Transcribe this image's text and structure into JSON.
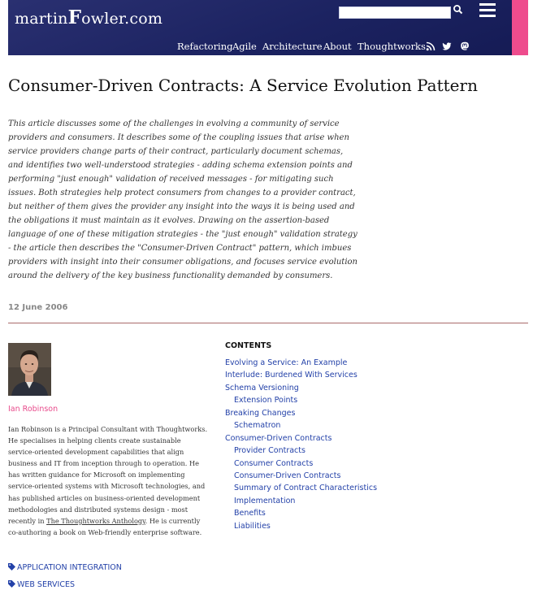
{
  "site": {
    "logo_pre": "martin",
    "logo_bold": "F",
    "logo_post": "owler.com",
    "search_placeholder": "",
    "accent_color": "#ee4c8d",
    "header_color": "#1c2361"
  },
  "nav": {
    "items": [
      "Refactoring",
      "Agile",
      "Architecture",
      "About",
      "Thoughtworks"
    ],
    "icons": [
      "rss-icon",
      "twitter-icon",
      "mastodon-icon"
    ]
  },
  "article": {
    "title": "Consumer-Driven Contracts: A Service Evolution Pattern",
    "abstract": "This article discusses some of the challenges in evolving a community of service providers and consumers. It describes some of the coupling issues that arise when service providers change parts of their contract, particularly document schemas, and identifies two well-understood strategies - adding schema extension points and performing \"just enough\" validation of received messages - for mitigating such issues. Both strategies help protect consumers from changes to a provider contract, but neither of them gives the provider any insight into the ways it is being used and the obligations it must maintain as it evolves. Drawing on the assertion-based language of one of these mitigation strategies - the \"just enough\" validation strategy - the article then describes the \"Consumer-Driven Contract\" pattern, which imbues providers with insight into their consumer obligations, and focuses service evolution around the delivery of the key business functionality demanded by consumers.",
    "date": "12 June 2006"
  },
  "author": {
    "name": "Ian Robinson",
    "bio_before": "Ian Robinson is a Principal Consultant with Thoughtworks. He specialises in helping clients create sustainable service-oriented development capabilities that align business and IT from inception through to operation. He has written guidance for Microsoft on implementing service-oriented systems with Microsoft technologies, and has published articles on business-oriented development methodologies and distributed systems design - most recently in ",
    "bio_link": "The Thoughtworks Anthology",
    "bio_after": ". He is currently co-authoring a book on Web-friendly enterprise software."
  },
  "contents": {
    "heading": "CONTENTS",
    "items": [
      {
        "label": "Evolving a Service: An Example",
        "sub": false
      },
      {
        "label": "Interlude: Burdened With Services",
        "sub": false
      },
      {
        "label": "Schema Versioning",
        "sub": false
      },
      {
        "label": "Extension Points",
        "sub": true
      },
      {
        "label": "Breaking Changes",
        "sub": false
      },
      {
        "label": "Schematron",
        "sub": true
      },
      {
        "label": "Consumer-Driven Contracts",
        "sub": false
      },
      {
        "label": "Provider Contracts",
        "sub": true
      },
      {
        "label": "Consumer Contracts",
        "sub": true
      },
      {
        "label": "Consumer-Driven Contracts",
        "sub": true
      },
      {
        "label": "Summary of Contract Characteristics",
        "sub": true
      },
      {
        "label": "Implementation",
        "sub": true
      },
      {
        "label": "Benefits",
        "sub": true
      },
      {
        "label": "Liabilities",
        "sub": true
      }
    ]
  },
  "tags": [
    "APPLICATION INTEGRATION",
    "WEB SERVICES"
  ]
}
